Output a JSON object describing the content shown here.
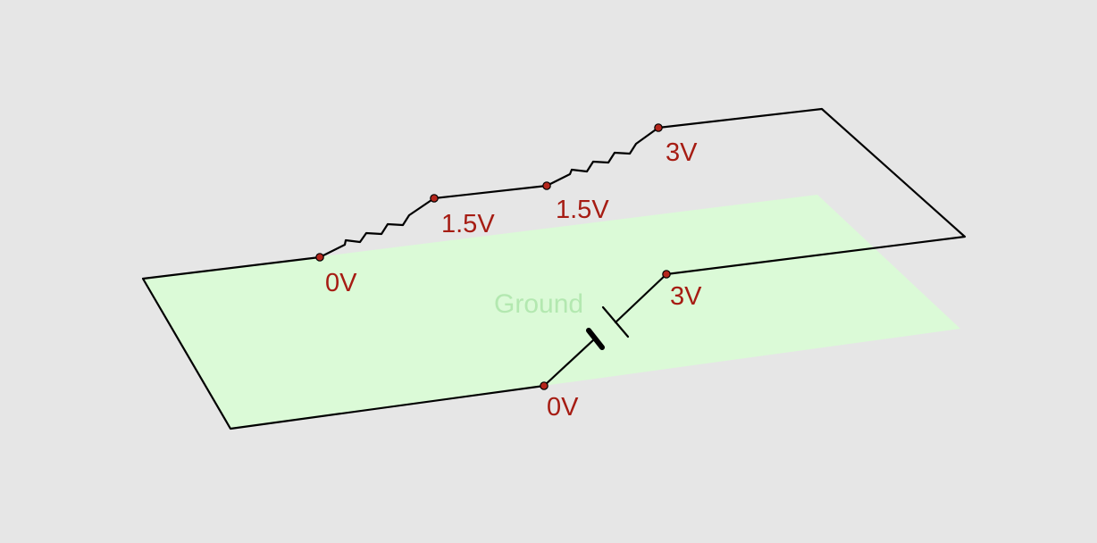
{
  "colors": {
    "background": "#e6e6e6",
    "ground_plane": "#dbfad7",
    "ground_label": "#b3e8b0",
    "voltage_label": "#a61c13",
    "node_fill": "#b5261c",
    "wire": "#000000"
  },
  "ground_plane": {
    "label": "Ground"
  },
  "nodes": [
    {
      "id": "node-r1-left",
      "label": "0V"
    },
    {
      "id": "node-r1-right",
      "label": "1.5V"
    },
    {
      "id": "node-r2-left",
      "label": "1.5V"
    },
    {
      "id": "node-r2-right",
      "label": "3V"
    },
    {
      "id": "node-battery-positive",
      "label": "3V"
    },
    {
      "id": "node-battery-negative",
      "label": "0V"
    }
  ]
}
